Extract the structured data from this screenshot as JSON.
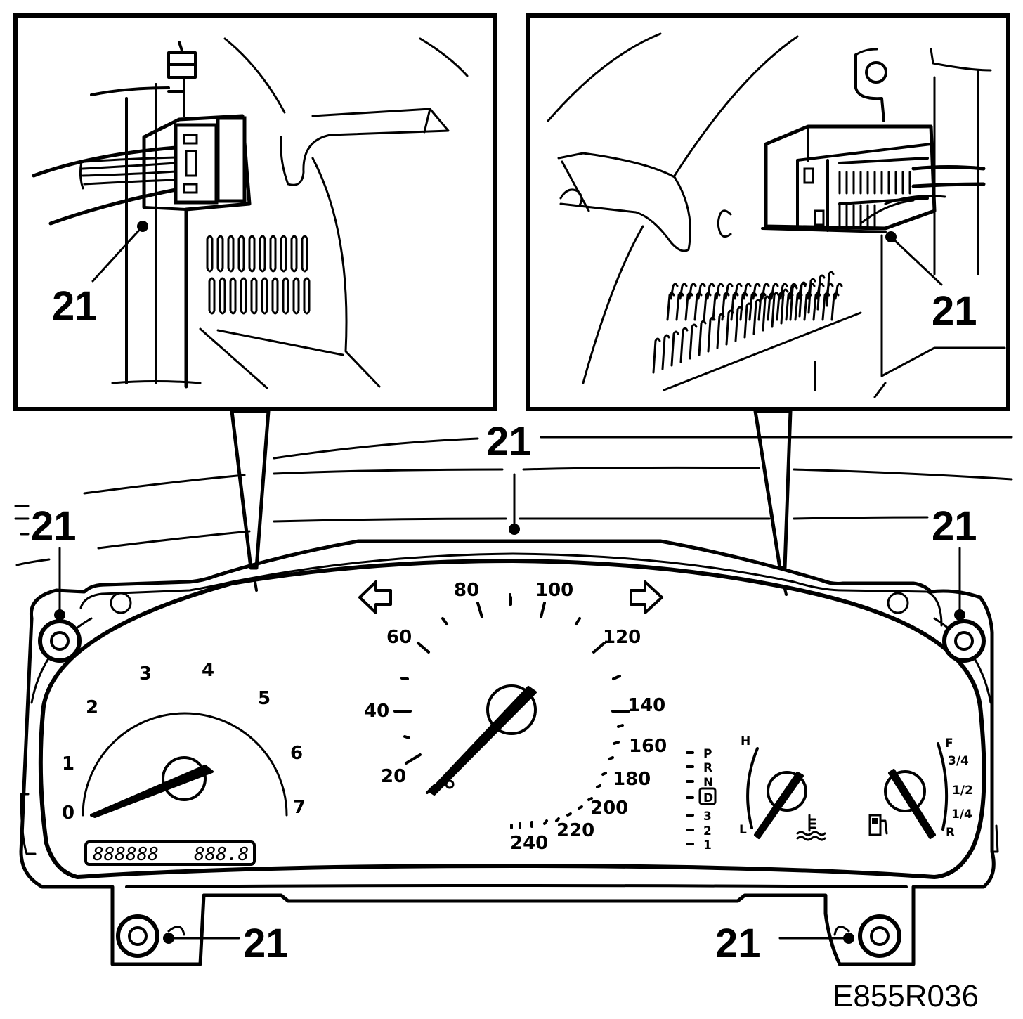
{
  "figure_code": "E855R036",
  "callout_label": "21",
  "tachometer": {
    "scale": [
      "0",
      "1",
      "2",
      "3",
      "4",
      "5",
      "6",
      "7"
    ]
  },
  "speedometer": {
    "scale": [
      "20",
      "40",
      "60",
      "80",
      "100",
      "120",
      "140",
      "160",
      "180",
      "200",
      "220",
      "240"
    ]
  },
  "odometer": {
    "total": "888888",
    "trip": "888.8"
  },
  "gear_indicator": [
    "P",
    "R",
    "N",
    "D",
    "3",
    "2",
    "1"
  ],
  "temperature_gauge": {
    "high": "H",
    "low": "L",
    "icon": "coolant-temperature-icon"
  },
  "fuel_gauge": {
    "full": "F",
    "three_quarter": "3/4",
    "half": "1/2",
    "quarter": "1/4",
    "reserve": "R",
    "icon": "fuel-pump-icon"
  },
  "colors": {
    "ink": "#000000",
    "paper": "#ffffff"
  }
}
